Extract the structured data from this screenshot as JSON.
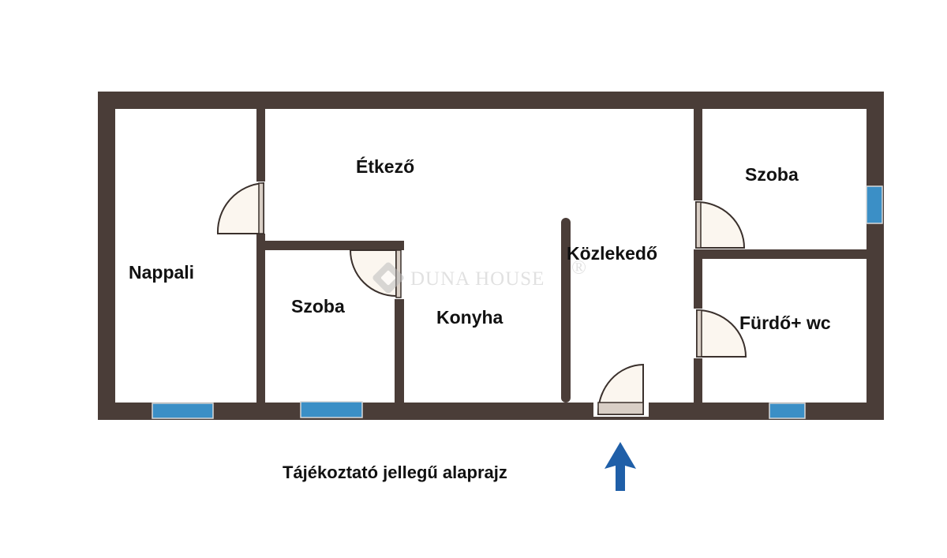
{
  "rooms": {
    "nappali": "Nappali",
    "etkezo": "Étkező",
    "szoba_small": "Szoba",
    "konyha": "Konyha",
    "kozlekedo": "Közlekedő",
    "szoba_right": "Szoba",
    "furdo": "Fürdő+ wc"
  },
  "watermark": "DUNA HOUSE",
  "watermark_mark": "®",
  "caption": "Tájékoztató jellegű alaprajz",
  "colors": {
    "wall": "#4a3d38",
    "window": "#3b8fc6",
    "arrow": "#1f5fa8"
  },
  "icons": {
    "north_arrow": "arrow-up-icon",
    "logo": "duna-house-logo-icon"
  }
}
